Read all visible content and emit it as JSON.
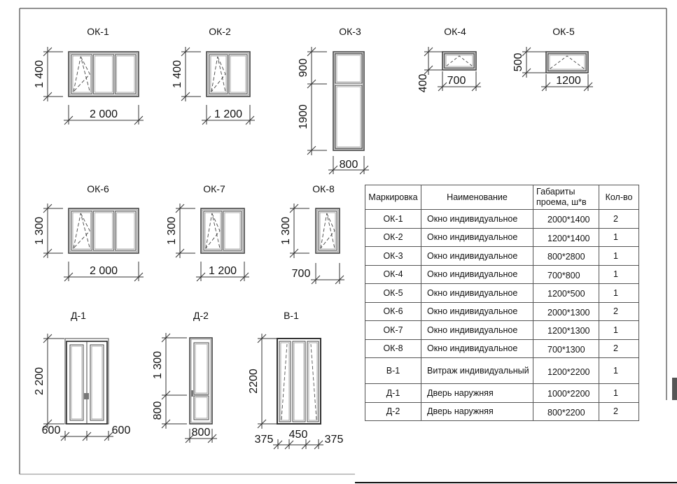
{
  "drawing": {
    "ok1": {
      "title": "ОК-1",
      "height": "1 400",
      "width": "2 000"
    },
    "ok2": {
      "title": "ОК-2",
      "height": "1 400",
      "width": "1 200"
    },
    "ok3": {
      "title": "ОК-3",
      "height_top": "900",
      "height_bottom": "1900",
      "width": "800"
    },
    "ok4": {
      "title": "ОК-4",
      "height": "400",
      "width": "700"
    },
    "ok5": {
      "title": "ОК-5",
      "height": "500",
      "width": "1200"
    },
    "ok6": {
      "title": "ОК-6",
      "height": "1 300",
      "width": "2 000"
    },
    "ok7": {
      "title": "ОК-7",
      "height": "1 300",
      "width": "1 200"
    },
    "ok8": {
      "title": "ОК-8",
      "height": "1 300",
      "width": "700"
    },
    "d1": {
      "title": "Д-1",
      "height": "2 200",
      "width_left": "600",
      "width_right": "600"
    },
    "d2": {
      "title": "Д-2",
      "height_top": "1 300",
      "height_bottom": "800",
      "width": "800"
    },
    "v1": {
      "title": "В-1",
      "height": "2200",
      "width_left": "375",
      "width_mid": "450",
      "width_right": "375"
    }
  },
  "table": {
    "headers": [
      "Маркировка",
      "Наименование",
      "Габариты проема, ш*в",
      "Кол-во"
    ],
    "rows": [
      [
        "ОК-1",
        "Окно индивидуальное",
        "2000*1400",
        "2"
      ],
      [
        "ОК-2",
        "Окно индивидуальное",
        "1200*1400",
        "1"
      ],
      [
        "ОК-3",
        "Окно индивидуальное",
        "800*2800",
        "1"
      ],
      [
        "ОК-4",
        "Окно индивидуальное",
        "700*800",
        "1"
      ],
      [
        "ОК-5",
        "Окно индивидуальное",
        "1200*500",
        "1"
      ],
      [
        "ОК-6",
        "Окно индивидуальное",
        "2000*1300",
        "2"
      ],
      [
        "ОК-7",
        "Окно индивидуальное",
        "1200*1300",
        "1"
      ],
      [
        "ОК-8",
        "Окно индивидуальное",
        "700*1300",
        "2"
      ],
      [
        "В-1",
        "Витраж индивидуальный",
        "1200*2200",
        "1"
      ],
      [
        "Д-1",
        "Дверь наружняя",
        "1000*2200",
        "1"
      ],
      [
        "Д-2",
        "Дверь наружняя",
        "800*2200",
        "2"
      ]
    ]
  }
}
